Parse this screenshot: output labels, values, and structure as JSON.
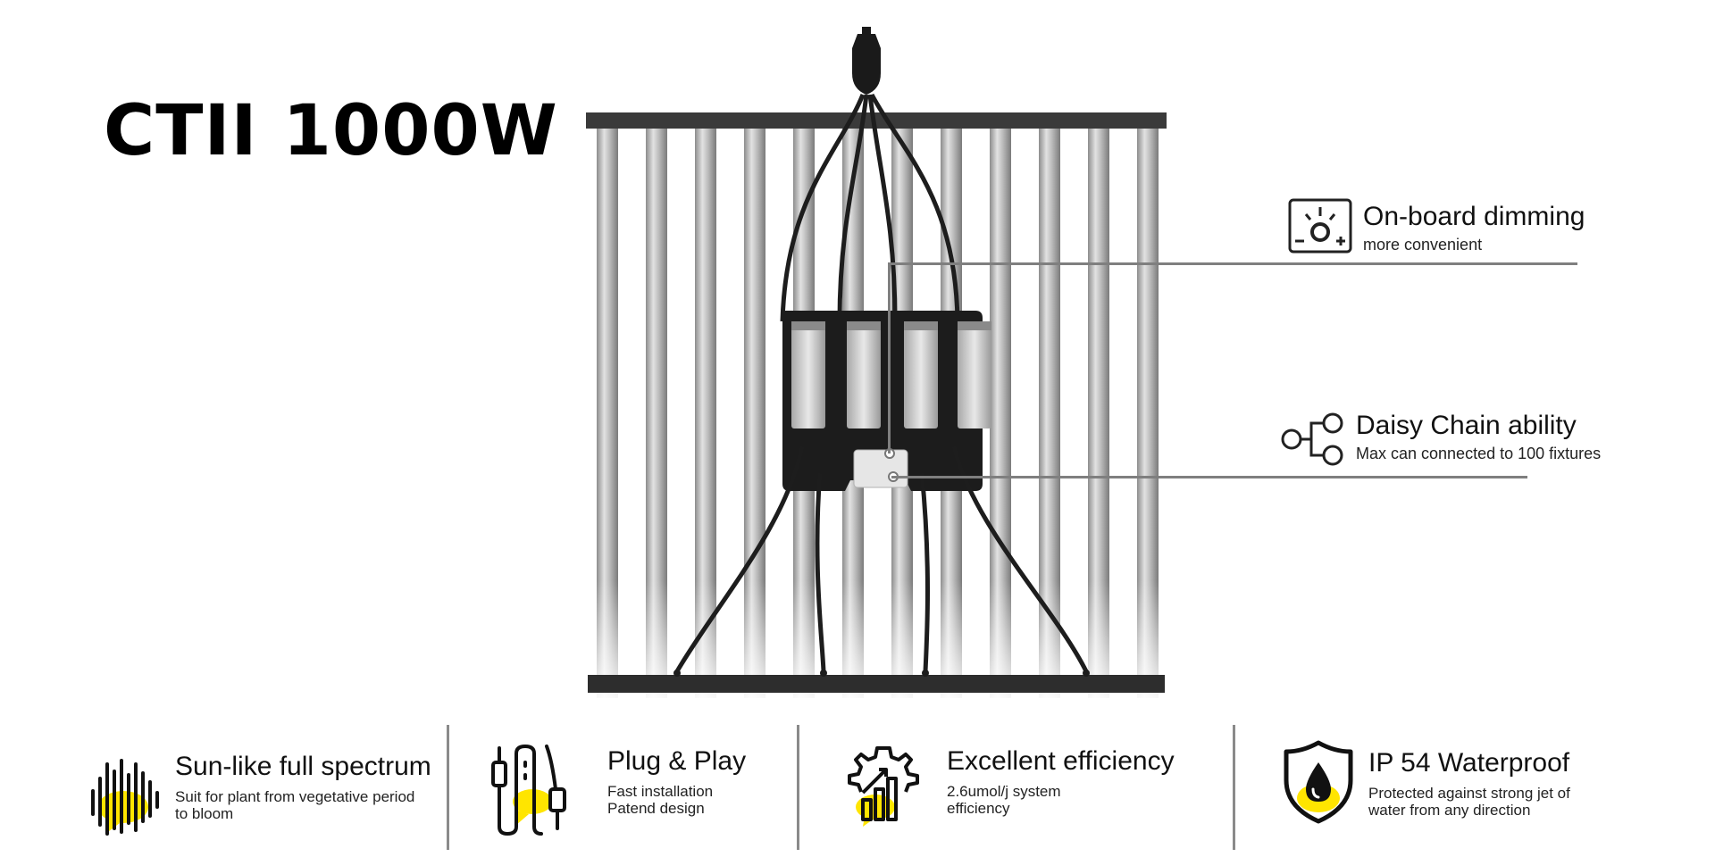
{
  "title": "CTII 1000W",
  "colors": {
    "accent_yellow": "#ffe500",
    "bar_dark": "#3a3a3a",
    "driver_panel": "#1c1c1c",
    "callout_line": "#7f7f7f"
  },
  "callouts": [
    {
      "icon": "dimmer-icon",
      "title": "On-board dimming",
      "subtitle": "more convenient"
    },
    {
      "icon": "daisy-chain-icon",
      "title": "Daisy Chain ability",
      "subtitle": "Max can connected to 100 fixtures"
    }
  ],
  "features": [
    {
      "icon": "spectrum-icon",
      "title": "Sun-like full spectrum",
      "subtitle": "Suit for plant from vegetative period\nto bloom"
    },
    {
      "icon": "plug-icon",
      "title": "Plug & Play",
      "subtitle": "Fast installation\nPatend design"
    },
    {
      "icon": "efficiency-gear-icon",
      "title": "Excellent efficiency",
      "subtitle": "2.6umol/j system\nefficiency"
    },
    {
      "icon": "waterproof-shield-icon",
      "title": "IP 54 Waterproof",
      "subtitle": "Protected against strong jet of\nwater from any direction"
    }
  ]
}
